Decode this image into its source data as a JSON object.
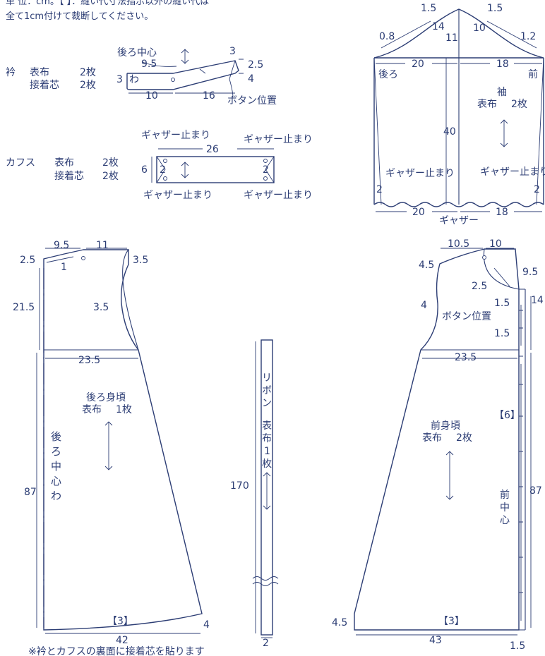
{
  "notes": {
    "line1": "単 位：cm。【 】：縫い代寸法指示以外の縫い代は",
    "line2": "全て1cm付けて裁断してください。",
    "bottom": "※衿とカフスの裏面に接着芯を貼ります"
  },
  "collar": {
    "name": "衿",
    "material1": "表布",
    "count1": "2枚",
    "material2": "接着芯",
    "count2": "2枚",
    "back_center": "後ろ中心",
    "fold": "わ",
    "button_pos": "ボタン位置",
    "d_95": "9.5",
    "d_3_top": "3",
    "d_25": "2.5",
    "d_4": "4",
    "d_3_left": "3",
    "d_10": "10",
    "d_16": "16"
  },
  "cuffs": {
    "name": "カフス",
    "material1": "表布",
    "count1": "2枚",
    "material2": "接着芯",
    "count2": "2枚",
    "gather_stop": "ギャザー止まり",
    "d_26": "26",
    "d_6": "6",
    "d_2": "2"
  },
  "sleeve": {
    "title": "袖",
    "material": "表布",
    "count": "2枚",
    "back": "後ろ",
    "front": "前",
    "gather": "ギャザー",
    "gather_stop": "ギャザー止まり",
    "d_15a": "1.5",
    "d_15b": "1.5",
    "d_14": "14",
    "d_10": "10",
    "d_08": "0.8",
    "d_11": "11",
    "d_12": "1.2",
    "d_20": "20",
    "d_18": "18",
    "d_40": "40",
    "d_2": "2",
    "d_20b": "20",
    "d_18b": "18"
  },
  "back_bodice": {
    "title": "後ろ身頃",
    "material": "表布",
    "count": "1枚",
    "center": "後ろ中心わ",
    "d_95": "9.5",
    "d_11": "11",
    "d_25": "2.5",
    "d_1": "1",
    "d_35a": "3.5",
    "d_215": "21.5",
    "d_35b": "3.5",
    "d_235": "23.5",
    "d_87": "87",
    "seam": "【3】",
    "d_42": "42",
    "d_4": "4"
  },
  "ribbon": {
    "title": "リボン",
    "material": "表布",
    "count": "1",
    "count_unit": "枚",
    "d_170": "170",
    "d_2": "2"
  },
  "front_bodice": {
    "title": "前身頃",
    "material": "表布",
    "count": "2枚",
    "center": "前中心",
    "button_pos": "ボタン位置",
    "d_105": "10.5",
    "d_10": "10",
    "d_45a": "4.5",
    "d_95": "9.5",
    "d_25": "2.5",
    "d_15a": "1.5",
    "d_4": "4",
    "d_14": "14",
    "d_15b": "1.5",
    "d_235": "23.5",
    "seam6": "【6】",
    "d_87": "87",
    "seam3": "【3】",
    "d_45b": "4.5",
    "d_43": "43",
    "d_15c": "1.5"
  }
}
